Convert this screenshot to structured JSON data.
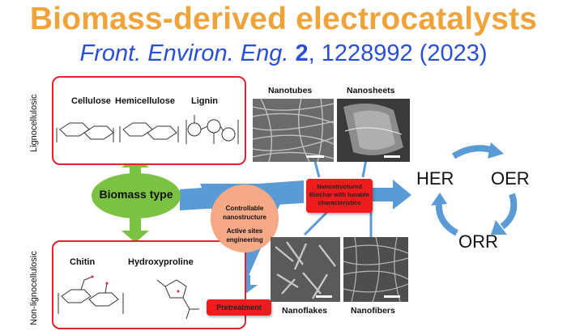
{
  "title": "Biomass-derived electrocatalysts",
  "citation": {
    "journal": "Front. Environ. Eng.",
    "volume": "2",
    "rest": ", 1228992 (2023)"
  },
  "lignocellulosic": {
    "side_label": "Lignocellulosic",
    "items": [
      "Cellulose",
      "Hemicellulose",
      "Lignin"
    ]
  },
  "non_lignocellulosic": {
    "side_label": "Non-lignocellulosic",
    "items": [
      "Chitin",
      "Hydroxyproline"
    ]
  },
  "biomass_type": "Biomass type",
  "triangle": {
    "line1": "Controllable",
    "line2": "nanostructure",
    "line3": "Active sites",
    "line4": "engineering"
  },
  "pretreatment": "Pretreatment",
  "biochar": {
    "line1": "Nanostructured",
    "line2": "Biochar with tunable",
    "line3": "characteristics"
  },
  "micrographs": [
    "Nanotubes",
    "Nanosheets",
    "Nanoflakes",
    "Nanofibers"
  ],
  "reactions": [
    "HER",
    "OER",
    "ORR"
  ],
  "colors": {
    "title": "#f0a33a",
    "citation": "#2a4fd6",
    "frame": "#e0232d",
    "green": "#7cc242",
    "blue": "#5b9bd5",
    "red": "#ee1c1c"
  }
}
